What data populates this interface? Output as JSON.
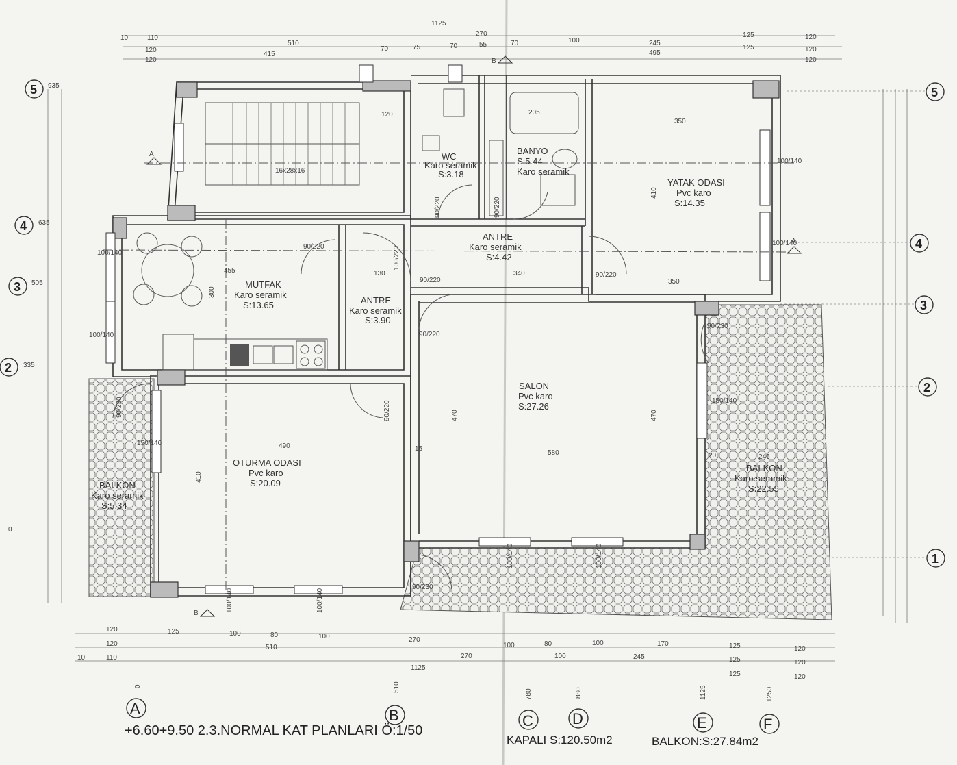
{
  "rooms": {
    "stair": {
      "label": "16x28x16"
    },
    "wc": {
      "name": "WC",
      "floor": "Karo seramik",
      "area": "S:3.18"
    },
    "banyo": {
      "name": "BANYO",
      "area": "S:5.44",
      "floor": "Karo seramik"
    },
    "yatak": {
      "name": "YATAK ODASI",
      "floor": "Pvc karo",
      "area": "S:14.35"
    },
    "mutfak": {
      "name": "MUTFAK",
      "floor": "Karo seramik",
      "area": "S:13.65"
    },
    "antre1": {
      "name": "ANTRE",
      "floor": "Karo seramik",
      "area": "S:3.90"
    },
    "antre2": {
      "name": "ANTRE",
      "floor": "Karo seramik",
      "area": "S:4.42"
    },
    "salon": {
      "name": "SALON",
      "floor": "Pvc karo",
      "area": "S:27.26"
    },
    "oturma": {
      "name": "OTURMA ODASI",
      "floor": "Pvc karo",
      "area": "S:20.09"
    },
    "balkon_left": {
      "name": "BALKON",
      "floor": "Karo seramik",
      "area": "S:5.34"
    },
    "balkon_right": {
      "name": "BALKON",
      "floor": "Karo seramik",
      "area": "S:22.55"
    }
  },
  "axes_letters": [
    "A",
    "B",
    "C",
    "D",
    "E",
    "F"
  ],
  "axes_numbers": [
    "1",
    "2",
    "3",
    "4",
    "5"
  ],
  "axis_letter_positions": [
    "0",
    "510",
    "780",
    "880",
    "1125",
    "1250"
  ],
  "axis_number_positions": [
    "0",
    "335",
    "505",
    "635",
    "935"
  ],
  "top_dims": {
    "total": "1125",
    "row1": [
      "10",
      "110",
      "510",
      "270",
      "100",
      "245",
      "125",
      "120"
    ],
    "row2": [
      "120",
      "70",
      "75",
      "70",
      "55",
      "70",
      "495",
      "125",
      "120"
    ],
    "row3": [
      "120",
      "415",
      "120"
    ]
  },
  "bottom_dims": {
    "row1": [
      "120",
      "125",
      "100",
      "80",
      "100",
      "270",
      "100",
      "80",
      "100",
      "170",
      "125",
      "120"
    ],
    "row2": [
      "120",
      "510",
      "270",
      "100",
      "245",
      "125",
      "120"
    ],
    "row3": [
      "10",
      "110",
      "1125",
      "125",
      "120"
    ]
  },
  "door_labels": [
    "90/220",
    "90/220",
    "100/220",
    "90/220",
    "90/220",
    "90/230",
    "90/220",
    "90/230",
    "90/230",
    "90/220",
    "90/220"
  ],
  "window_labels": [
    "100/140",
    "100/140",
    "150/140",
    "100/140",
    "100/140",
    "100/140",
    "100/140",
    "150/140",
    "100/140",
    "100/140"
  ],
  "inner_dims": [
    "120",
    "205",
    "350",
    "410",
    "350",
    "455",
    "300",
    "130",
    "340",
    "470",
    "580",
    "470",
    "490",
    "410",
    "15",
    "20",
    "246"
  ],
  "footer": {
    "title": "+6.60+9.50 2.3.NORMAL KAT PLANLARI Ö:1/50",
    "kapali": "KAPALI S:120.50m2",
    "balkon": "BALKON:S:27.84m2"
  },
  "section_marks": {
    "a": "A",
    "b": "B"
  },
  "colors": {
    "paper": "#f4f4f0",
    "line": "#333333"
  }
}
